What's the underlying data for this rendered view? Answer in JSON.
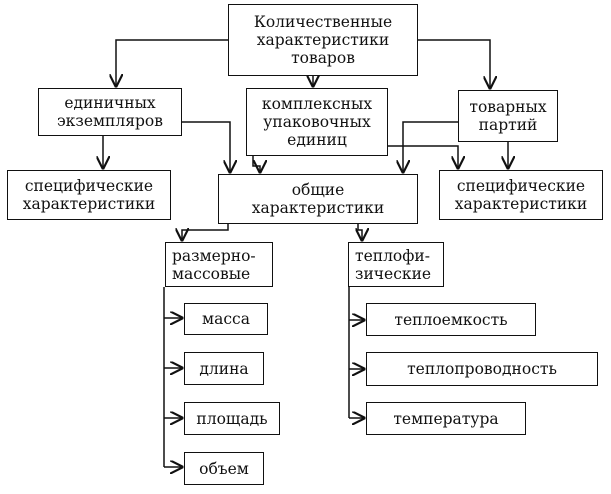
{
  "diagram": {
    "root": "Количественные\nхарактеристики\nтоваров",
    "unit_items": "единичных\nэкземпляров",
    "packages": "комплексных\nупаковочных\nединиц",
    "batches": "товарных\nпартий",
    "specific_left": "специфические\nхарактеристики",
    "general": "общие\nхарактеристики",
    "specific_right": "специфические\nхарактеристики",
    "size_mass": "размерно-\nмассовые",
    "thermo": "теплофи-\nзические",
    "mass": "масса",
    "length": "длина",
    "area": "площадь",
    "volume": "объем",
    "heat_capacity": "теплоемкость",
    "heat_conductivity": "теплопроводность",
    "temperature": "температура"
  }
}
